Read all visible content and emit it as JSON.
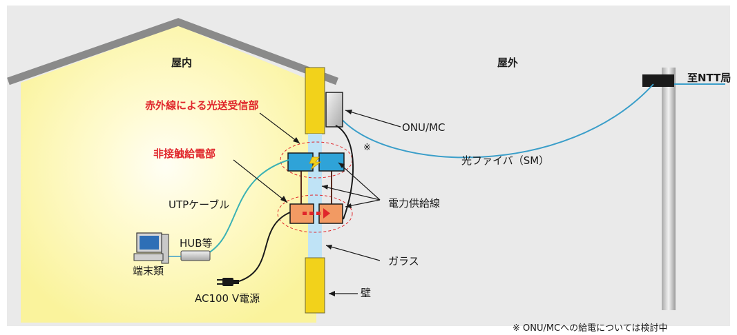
{
  "labels": {
    "indoor": "屋内",
    "outdoor": "屋外",
    "to_ntt": "至NTT局",
    "ir_unit": "赤外線による光送受信部",
    "contactless_power": "非接触給電部",
    "onu_mc": "ONU/MC",
    "note_mark": "※",
    "optical_fiber": "光ファイバ（SM）",
    "utp_cable": "UTPケーブル",
    "power_line": "電力供給線",
    "hub": "HUB等",
    "terminal": "端末類",
    "glass": "ガラス",
    "ac_power": "AC100 V電源",
    "wall": "壁",
    "footnote": "※ ONU/MCへの給電については検討中"
  },
  "colors": {
    "house_fill": "#fbf5a6",
    "house_glow": "#fffef2",
    "roof": "#8a8a8a",
    "wall": "#f2d21b",
    "glass": "#bfe3f6",
    "ir_unit": "#2fa3d8",
    "power_unit": "#f29a63",
    "fiber": "#3a9ec9",
    "utp": "#3ab1b4",
    "annotation_red": "#e0262b"
  },
  "icons": [
    "computer-icon",
    "plug-icon",
    "lightning-icon",
    "red-arrow-icon"
  ]
}
